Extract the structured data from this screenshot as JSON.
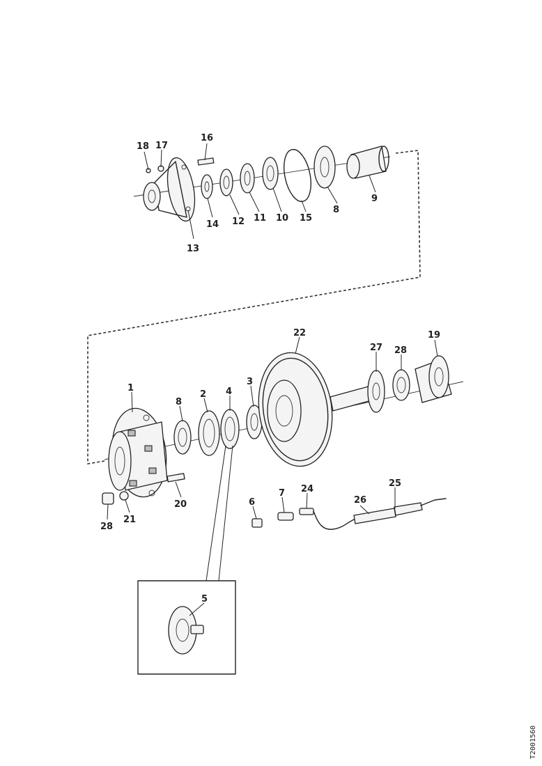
{
  "labels": {
    "p1": "1",
    "p2": "2",
    "p3": "3",
    "p4": "4",
    "p5": "5",
    "p6": "6",
    "p7": "7",
    "p8a": "8",
    "p8b": "8",
    "p9": "9",
    "p10": "10",
    "p11": "11",
    "p12": "12",
    "p13": "13",
    "p14": "14",
    "p15": "15",
    "p16": "16",
    "p17": "17",
    "p18": "18",
    "p19": "19",
    "p20": "20",
    "p21": "21",
    "p22": "22",
    "p24": "24",
    "p25": "25",
    "p26": "26",
    "p27": "27",
    "p28a": "28",
    "p28b": "28"
  },
  "reference_code": "T2001560"
}
